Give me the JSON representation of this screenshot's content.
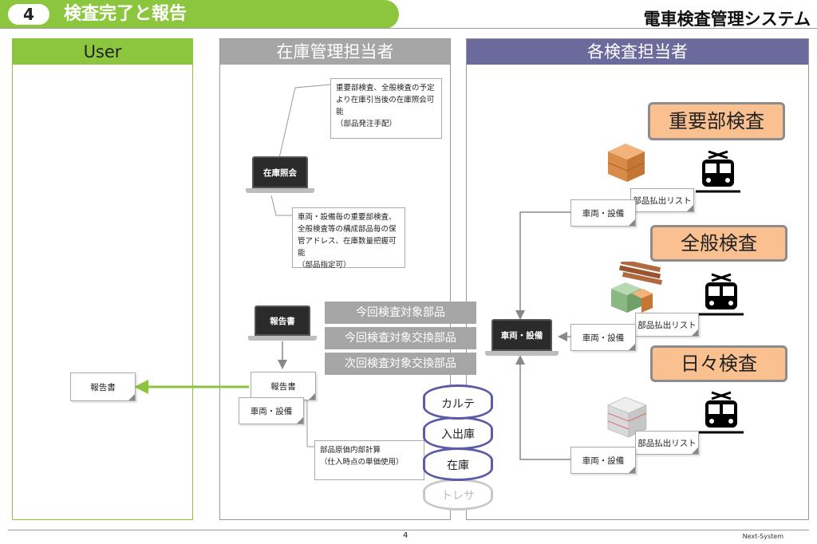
{
  "header": {
    "number": "4",
    "title": "検査完了と報告",
    "system": "電車検査管理システム"
  },
  "columns": {
    "user": "User",
    "stock": "在庫管理担当者",
    "inspectors": "各検査担当者"
  },
  "stock": {
    "note_top": "重要部検査、全般検査の予定より在庫引当後の在庫照会可能\n（部品発注手配）",
    "laptop_inquiry": "在庫照会",
    "note_mid": "車両・設備毎の重要部検査、全般検査等の構成部品毎の保管アドレス、在庫数量把握可能\n（部品指定可）",
    "laptop_report": "報告書",
    "report_box": "報告書",
    "vehicle_box": "車両・設備",
    "cost_note": "部品原価内部計算\n（仕入時点の単価使用）"
  },
  "user": {
    "report_box": "報告書"
  },
  "parts_bars": [
    "今回検査対象部品",
    "今回検査対象交換部品",
    "次回検査対象交換部品"
  ],
  "database": [
    "カルテ",
    "入出庫",
    "在庫",
    "トレサ"
  ],
  "inspectors": {
    "center_laptop": "車両・設備",
    "sections": [
      {
        "title": "重要部検査",
        "list": "部品払出リスト",
        "vehicle": "車両・設備"
      },
      {
        "title": "全般検査",
        "list": "部品払出リスト",
        "vehicle": "車両・設備"
      },
      {
        "title": "日々検査",
        "list": "部品払出リスト",
        "vehicle": "車両・設備"
      }
    ]
  },
  "footer": {
    "page": "4",
    "brand": "Next-System"
  },
  "colors": {
    "green": "#8cc63f",
    "grey": "#a6a6a6",
    "purple": "#6b6a9c",
    "orange": "#fac090",
    "db_blue": "#5b5ba8"
  }
}
